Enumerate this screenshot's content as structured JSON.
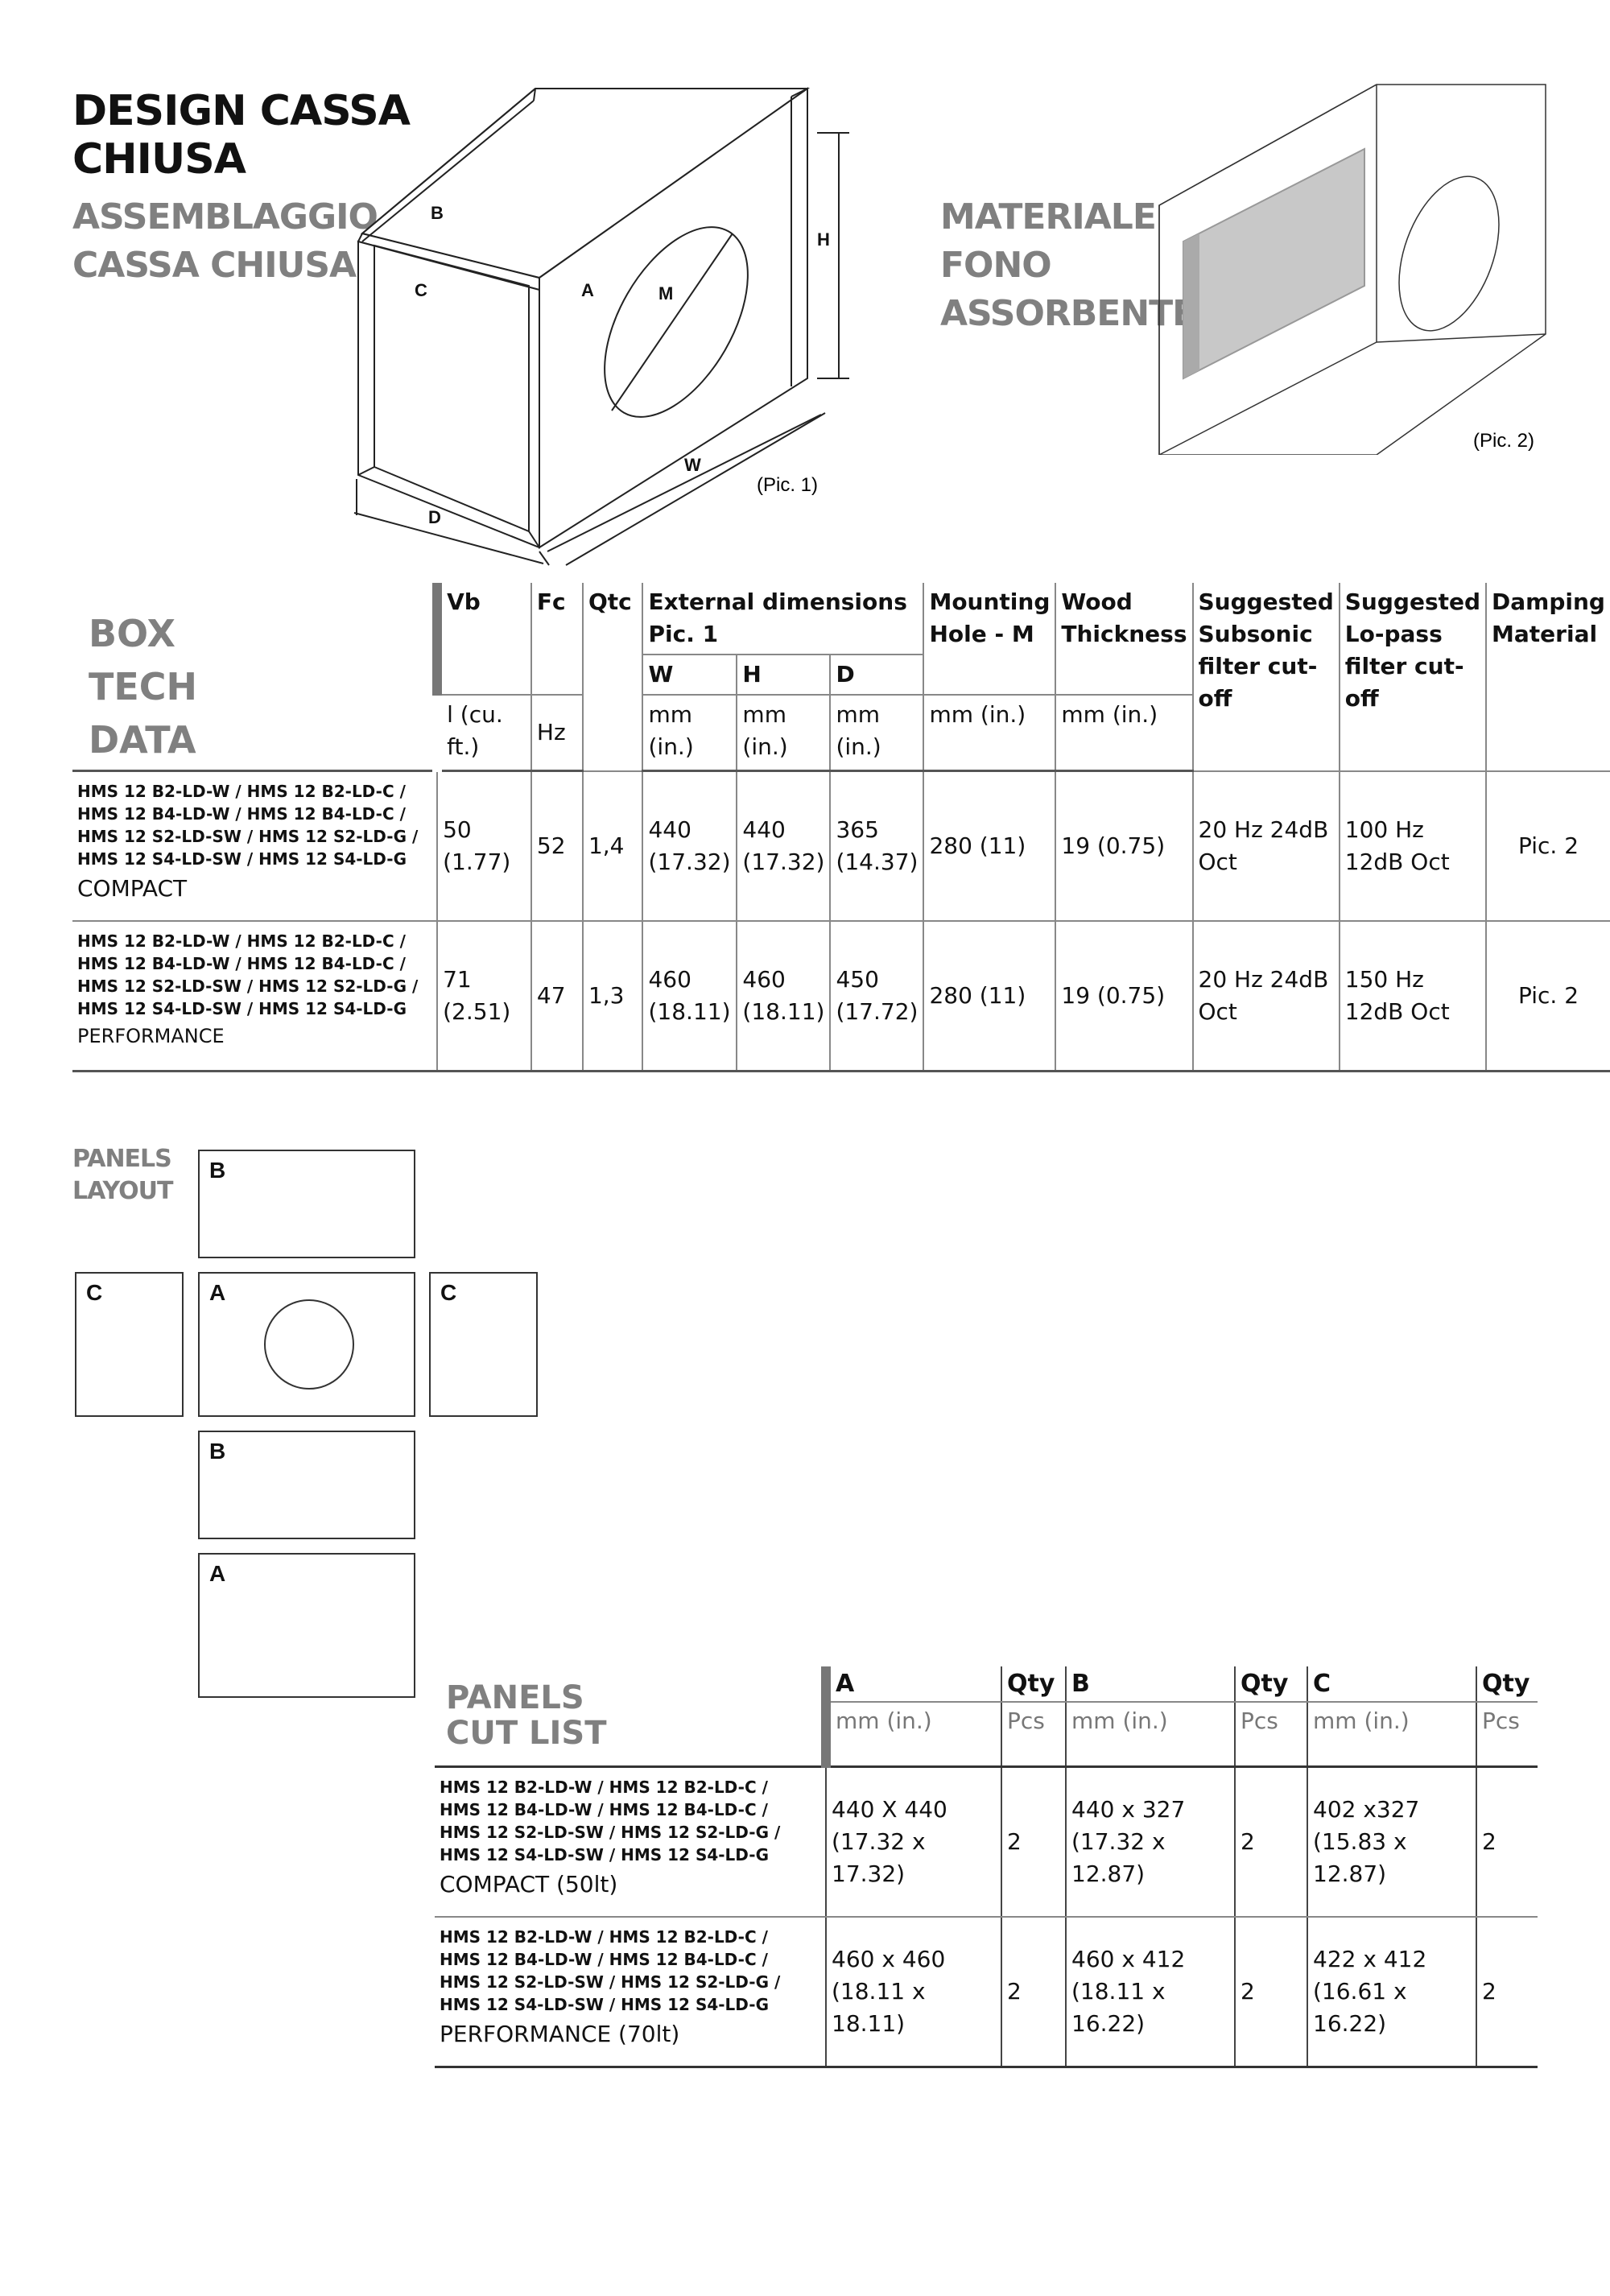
{
  "title": {
    "line1": "DESIGN CASSA",
    "line2": "CHIUSA"
  },
  "subtitle_left": {
    "line1": "ASSEMBLAGGIO",
    "line2": "CASSA CHIUSA"
  },
  "subtitle_right": {
    "line1": "MATERIALE",
    "line2": "FONO",
    "line3": "ASSORBENTE"
  },
  "pic1": {
    "caption": "(Pic. 1)",
    "labels": {
      "A": "A",
      "B": "B",
      "C": "C",
      "D": "D",
      "H": "H",
      "M": "M",
      "W": "W"
    }
  },
  "pic2": {
    "caption": "(Pic. 2)"
  },
  "tech_table": {
    "section_title": [
      "BOX",
      "TECH",
      "DATA"
    ],
    "headers": {
      "vb": "Vb",
      "fc": "Fc",
      "qtc": "Qtc",
      "ext_dims": "External dimensions Pic. 1",
      "w": "W",
      "h": "H",
      "d": "D",
      "mounting": "Mounting Hole - M",
      "wood": "Wood Thickness",
      "subsonic": "Suggested Subsonic filter cut-off",
      "lopass": "Suggested Lo-pass filter cut-off",
      "damping": "Damping Material"
    },
    "units": {
      "vb": "l (cu. ft.)",
      "fc": "Hz",
      "mm_in": "mm (in.)"
    },
    "rows": [
      {
        "models": [
          "HMS 12 B2-LD-W / HMS 12 B2-LD-C /",
          "HMS 12 B4-LD-W / HMS 12 B4-LD-C /",
          "HMS 12 S2-LD-SW / HMS 12 S2-LD-G /",
          "HMS 12 S4-LD-SW / HMS 12 S4-LD-G"
        ],
        "variant": "COMPACT",
        "vb": "50 (1.77)",
        "fc": "52",
        "qtc": "1,4",
        "w": "440 (17.32)",
        "h": "440 (17.32)",
        "d": "365 (14.37)",
        "mount": "280 (11)",
        "wood": "19 (0.75)",
        "subsonic": "20 Hz 24dB Oct",
        "lopass": "100 Hz 12dB Oct",
        "damping": "Pic. 2"
      },
      {
        "models": [
          "HMS 12 B2-LD-W / HMS 12 B2-LD-C /",
          "HMS 12 B4-LD-W / HMS 12 B4-LD-C /",
          "HMS 12 S2-LD-SW / HMS 12 S2-LD-G /",
          "HMS 12 S4-LD-SW / HMS 12 S4-LD-G"
        ],
        "variant": "PERFORMANCE",
        "vb": "71 (2.51)",
        "fc": "47",
        "qtc": "1,3",
        "w": "460 (18.11)",
        "h": "460 (18.11)",
        "d": "450 (17.72)",
        "mount": "280 (11)",
        "wood": "19 (0.75)",
        "subsonic": "20 Hz 24dB Oct",
        "lopass": "150 Hz 12dB Oct",
        "damping": "Pic. 2"
      }
    ]
  },
  "panels_layout": {
    "title": [
      "PANELS",
      "LAYOUT"
    ],
    "panels": [
      "B",
      "C",
      "A",
      "C",
      "B",
      "A"
    ]
  },
  "cut_list": {
    "title": [
      "PANELS",
      "CUT LIST"
    ],
    "headers": {
      "a": "A",
      "qty": "Qty",
      "b": "B",
      "c": "C",
      "mm_in": "mm (in.)",
      "pcs": "Pcs"
    },
    "rows": [
      {
        "models": [
          "HMS 12 B2-LD-W / HMS 12 B2-LD-C /",
          "HMS 12 B4-LD-W / HMS 12 B4-LD-C /",
          "HMS 12 S2-LD-SW / HMS 12 S2-LD-G /",
          "HMS 12 S4-LD-SW / HMS 12 S4-LD-G"
        ],
        "variant": "COMPACT (50lt)",
        "a": "440 X 440 (17.32 x 17.32)",
        "qa": "2",
        "b": "440 x 327 (17.32 x 12.87)",
        "qb": "2",
        "c": "402 x327 (15.83 x 12.87)",
        "qc": "2"
      },
      {
        "models": [
          "HMS 12 B2-LD-W / HMS 12 B2-LD-C /",
          "HMS 12 B4-LD-W / HMS 12 B4-LD-C /",
          "HMS 12 S2-LD-SW / HMS 12 S2-LD-G /",
          "HMS 12 S4-LD-SW / HMS 12 S4-LD-G"
        ],
        "variant": "PERFORMANCE (70lt)",
        "a": "460 x 460 (18.11 x 18.11)",
        "qa": "2",
        "b": "460 x 412 (18.11 x 16.22)",
        "qb": "2",
        "c": "422 x 412 (16.61 x 16.22)",
        "qc": "2"
      }
    ]
  }
}
